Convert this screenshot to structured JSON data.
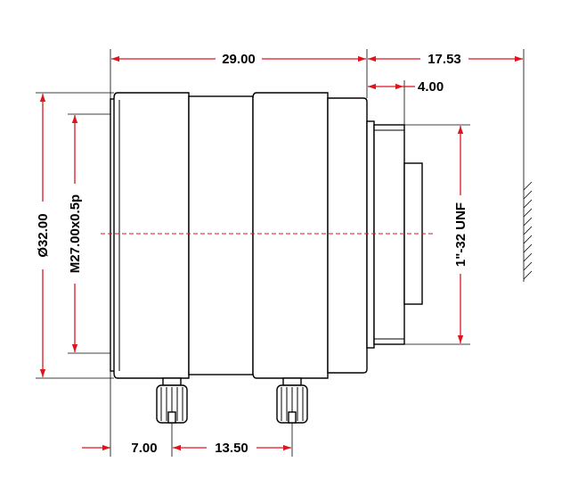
{
  "drawing": {
    "colors": {
      "dimension": "#e0141e",
      "outline": "#000000",
      "background": "#ffffff"
    },
    "dimensions": {
      "overall_length": "29.00",
      "back_focal": "17.53",
      "mount_depth": "4.00",
      "diameter": "Ø32.00",
      "filter_thread": "M27.00x0.5p",
      "mount_thread": "1\"-32 UNF",
      "screw_offset": "7.00",
      "screw_spacing": "13.50"
    }
  }
}
